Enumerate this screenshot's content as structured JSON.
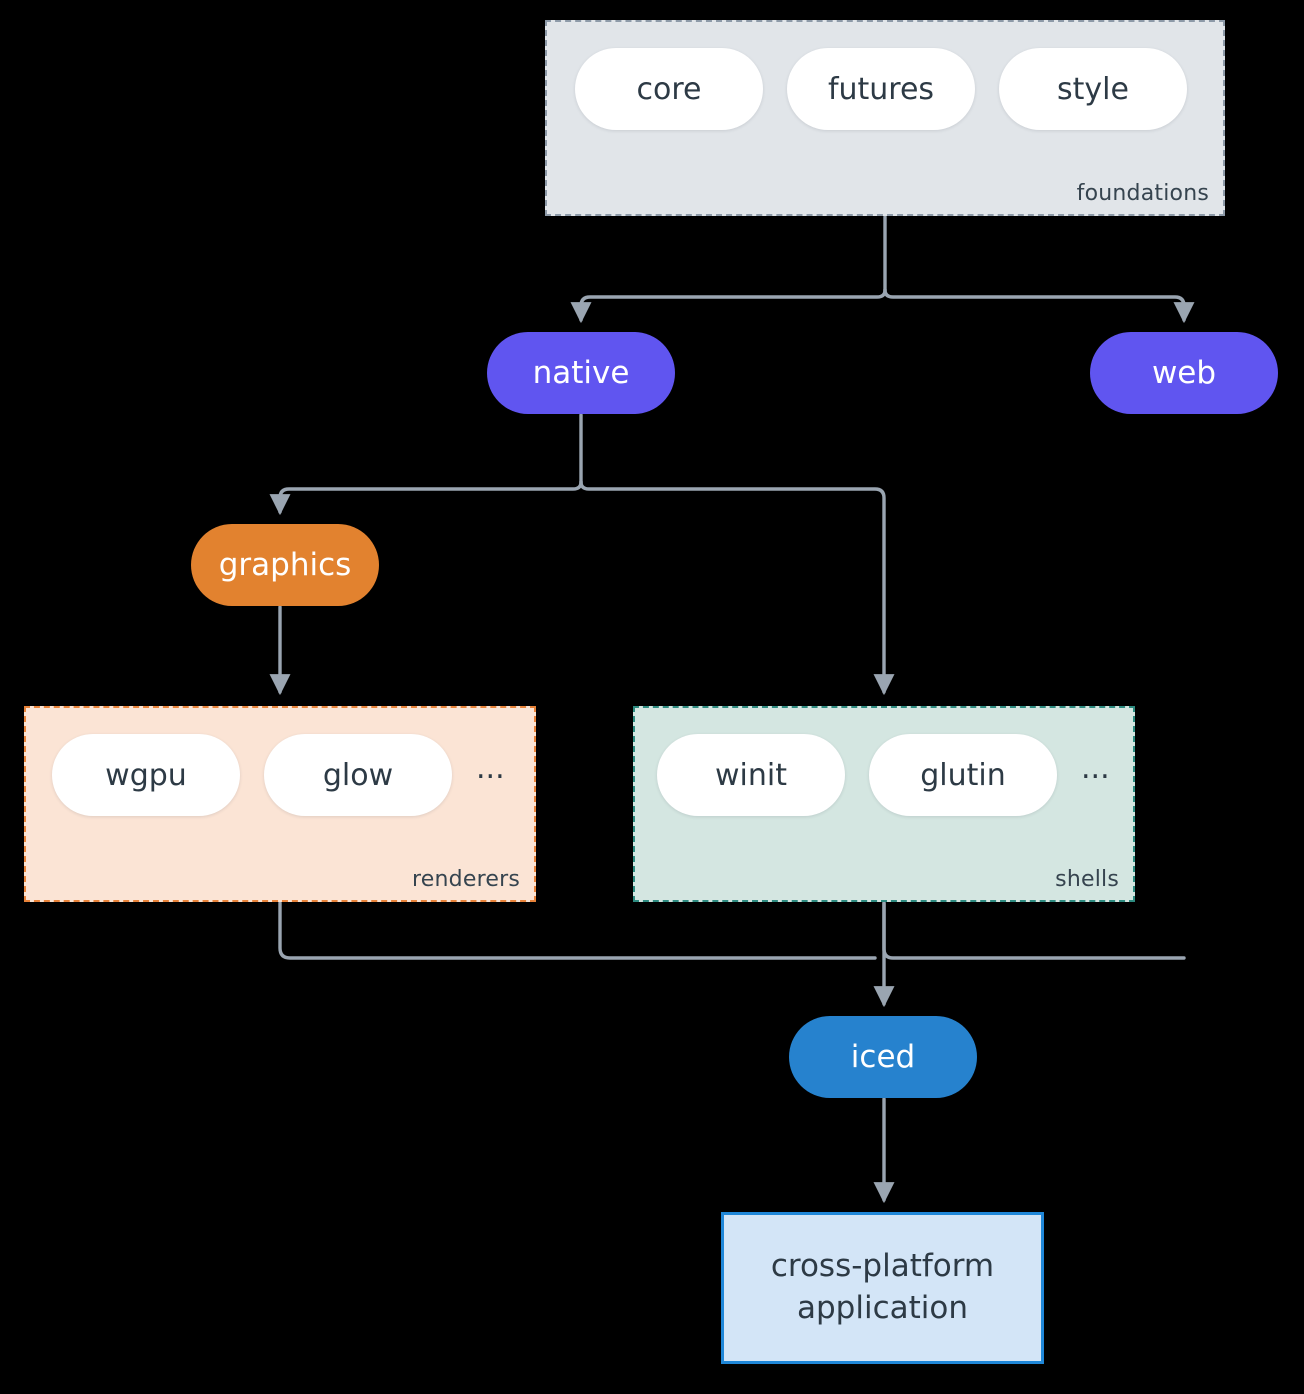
{
  "diagram": {
    "type": "architecture-flow",
    "background": "#000000",
    "edge_color": "#9aa5b1",
    "clusters": [
      {
        "id": "foundations",
        "label": "foundations",
        "fill": "#e1e5e9",
        "border": "#8d9aa8",
        "members": [
          "core",
          "futures",
          "style"
        ]
      },
      {
        "id": "renderers",
        "label": "renderers",
        "fill": "#fbe4d5",
        "border": "#e8833a",
        "members": [
          "wgpu",
          "glow"
        ],
        "overflow": "..."
      },
      {
        "id": "shells",
        "label": "shells",
        "fill": "#d4e6e1",
        "border": "#2e8b80",
        "members": [
          "winit",
          "glutin"
        ],
        "overflow": "..."
      }
    ],
    "nodes": [
      {
        "id": "native",
        "label": "native",
        "color": "#6055f0",
        "text_color": "#ffffff"
      },
      {
        "id": "web",
        "label": "web",
        "color": "#6055f0",
        "text_color": "#ffffff"
      },
      {
        "id": "graphics",
        "label": "graphics",
        "color": "#e2822f",
        "text_color": "#ffffff"
      },
      {
        "id": "iced",
        "label": "iced",
        "color": "#2682ce",
        "text_color": "#ffffff"
      }
    ],
    "boxes": [
      {
        "id": "application",
        "line1": "cross-platform",
        "line2": "application",
        "fill": "#d3e5f7",
        "border": "#1f87d8",
        "text_color": "#2d3a45"
      }
    ],
    "edges": [
      {
        "from": "foundations",
        "to": "native"
      },
      {
        "from": "foundations",
        "to": "web"
      },
      {
        "from": "native",
        "to": "graphics"
      },
      {
        "from": "native",
        "to": "shells"
      },
      {
        "from": "graphics",
        "to": "renderers"
      },
      {
        "from": "renderers",
        "to": "iced"
      },
      {
        "from": "shells",
        "to": "iced"
      },
      {
        "from": "web",
        "to": "iced"
      },
      {
        "from": "iced",
        "to": "application"
      }
    ]
  }
}
